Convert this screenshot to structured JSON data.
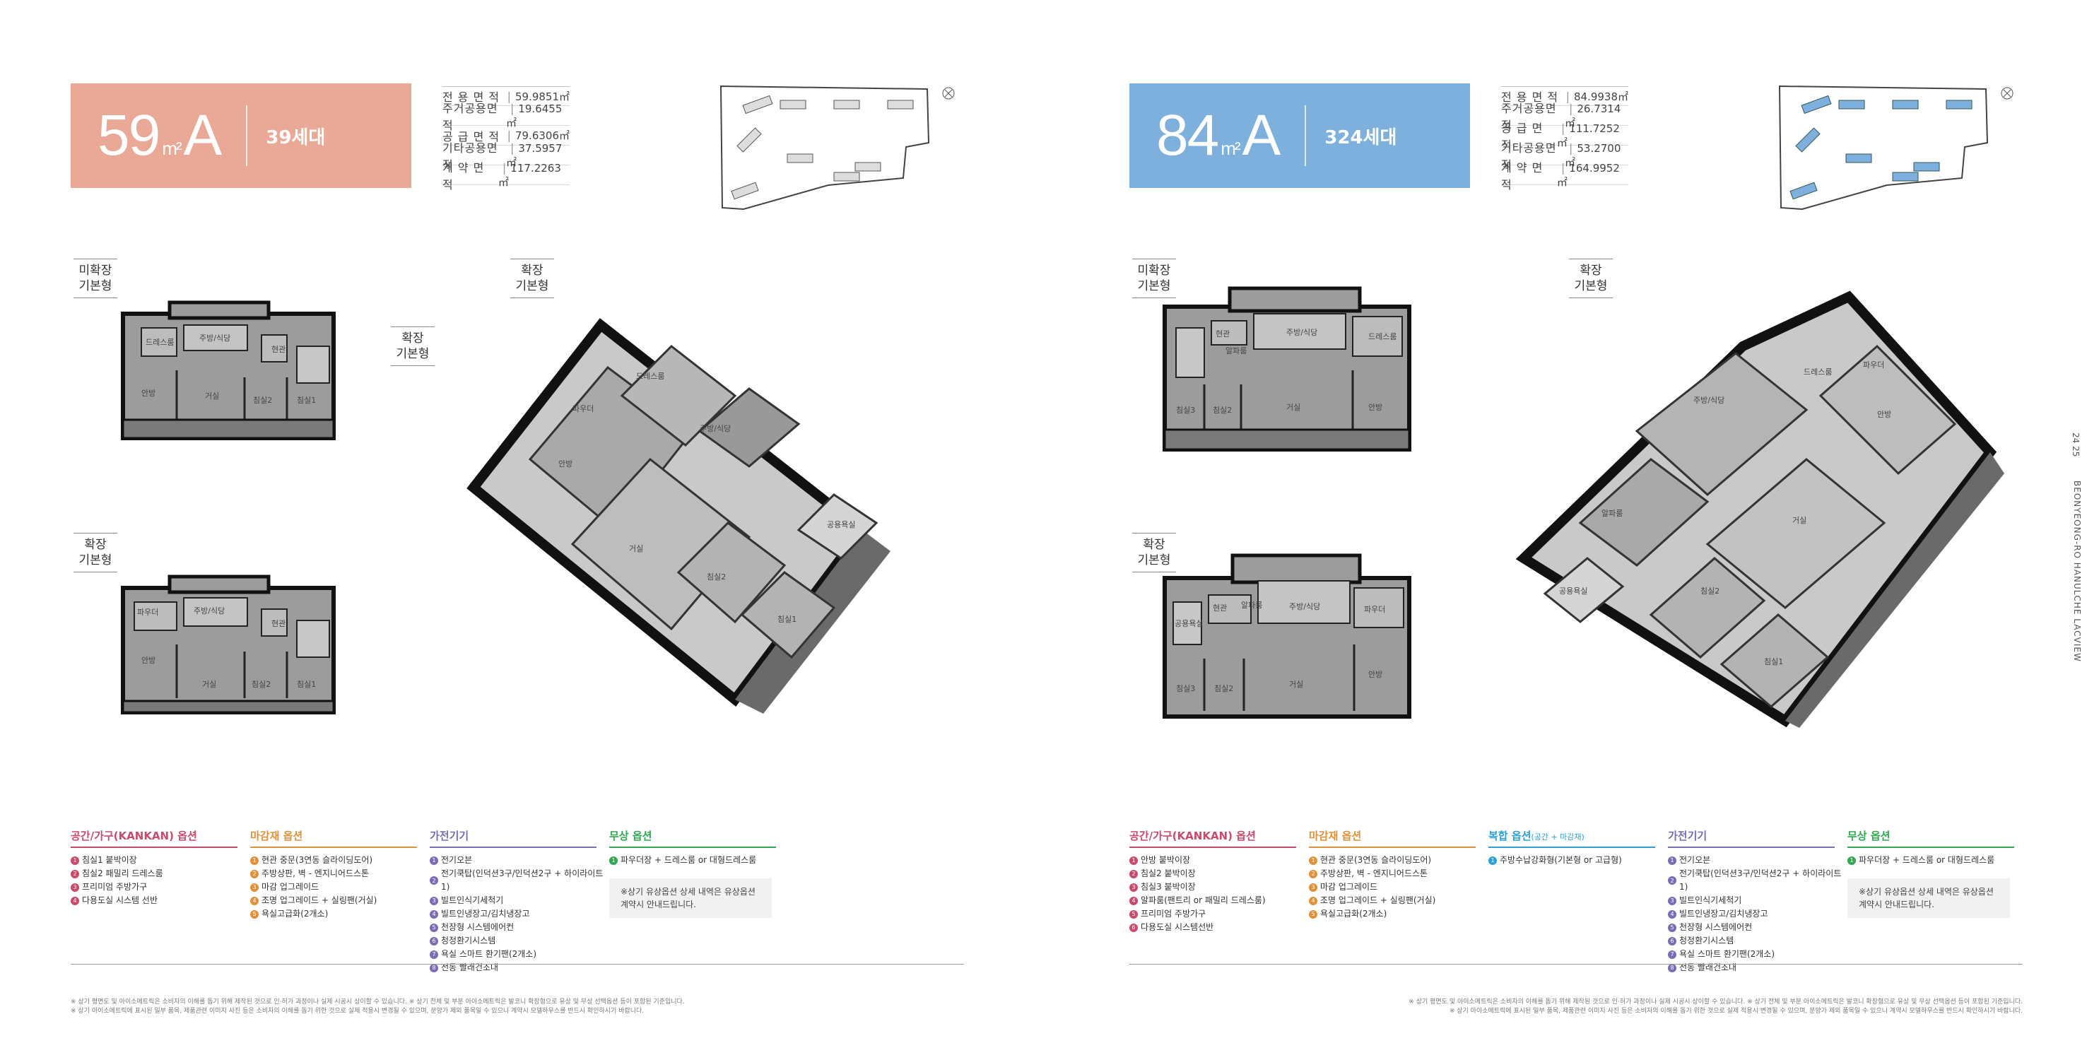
{
  "left": {
    "badge": {
      "size": "59",
      "unit": "m²",
      "type": "A",
      "households": "39세대",
      "color": "#e9a996"
    },
    "areas": [
      {
        "label": "전 용 면 적",
        "value": "59.9851㎡"
      },
      {
        "label": "주거공용면적",
        "value": "19.6455㎡"
      },
      {
        "label": "공 급 면 적",
        "value": "79.6306㎡"
      },
      {
        "label": "기타공용면적",
        "value": "37.5957㎡"
      },
      {
        "label": "계 약 면 적",
        "value": "117.2263㎡"
      }
    ],
    "tags": {
      "unexpanded": "미확장\n기본형",
      "expanded_top": "확장\n기본형",
      "expanded_3d": "확장\n기본형",
      "expanded_bottom": "확장\n기본형"
    },
    "rooms": {
      "dress": "드레스룸",
      "kitchen": "주방/식당",
      "entrance": "현관",
      "master": "안방",
      "living": "거실",
      "bed2": "침실2",
      "bed1": "침실1",
      "powder": "파우더",
      "bath": "공용욕실"
    },
    "options": [
      {
        "title": "공간/가구(KANKAN) 옵션",
        "color": "#c94a6a",
        "items": [
          "침실1 붙박이장",
          "침실2 패밀리 드레스룸",
          "프리미엄 주방가구",
          "다용도실 시스템 선반"
        ]
      },
      {
        "title": "마감재 옵션",
        "color": "#e0913a",
        "items": [
          "현관 중문(3연동 슬라이딩도어)",
          "주방상판, 벽 - 엔지니어드스톤",
          "마감 업그레이드",
          "조명 업그레이드 + 실링팬(거실)",
          "욕실고급화(2개소)"
        ]
      },
      {
        "title": "가전기기",
        "color": "#7b6bb5",
        "items": [
          "전기오븐",
          "전기쿡탑(인덕션3구/인덕션2구 + 하이라이트1)",
          "빌트인식기세척기",
          "빌트인냉장고/김치냉장고",
          "천장형 시스템에어컨",
          "청정환기시스템",
          "욕실 스마트 환기팬(2개소)",
          "전동 빨래건조대"
        ]
      },
      {
        "title": "무상 옵션",
        "color": "#2fa84f",
        "items": [
          "파우더장 + 드레스룸 or 대형드레스룸"
        ],
        "note": "※상기 유상옵션 상세 내역은 유상옵션 계약시 안내드립니다."
      }
    ],
    "disclaimer": [
      "※ 상기 평면도 및 아이소메트릭은 소비자의 이해를 돕기 위해 제작된 것으로 인·허가 과정이나 실제 시공시 상이할 수 있습니다. ※ 상기 전체 및 부분 아이소메트릭은 발코니 확장형으로 유상 및 무상 선택옵션 등이 포함된 기준입니다.",
      "※ 상기 아이소메트릭에 표시된 일부 품목, 제품관련 이미지 사진 등은 소비자의 이해를 돕기 위한 것으로 실제 적용시 변경될 수 있으며, 분양가 제외 품목일 수 있으니 계약시 모델하우스를 반드시 확인하시기 바랍니다."
    ]
  },
  "right": {
    "badge": {
      "size": "84",
      "unit": "m²",
      "type": "A",
      "households": "324세대",
      "color": "#7eb0dd"
    },
    "areas": [
      {
        "label": "전 용 면 적",
        "value": "84.9938㎡"
      },
      {
        "label": "주거공용면적",
        "value": "26.7314㎡"
      },
      {
        "label": "공 급 면 적",
        "value": "111.7252㎡"
      },
      {
        "label": "기타공용면적",
        "value": "53.2700㎡"
      },
      {
        "label": "계 약 면 적",
        "value": "164.9952㎡"
      }
    ],
    "tags": {
      "unexpanded": "미확장\n기본형",
      "expanded_3d": "확장\n기본형",
      "expanded_bottom": "확장\n기본형"
    },
    "rooms": {
      "dress": "드레스룸",
      "kitchen": "주방/식당",
      "entrance": "현관",
      "alpha": "알파룸",
      "master": "안방",
      "living": "거실",
      "bed2": "침실2",
      "bed3": "침실3",
      "bed1": "침실1",
      "powder": "파우더",
      "bath": "공용욕실"
    },
    "options": [
      {
        "title": "공간/가구(KANKAN) 옵션",
        "color": "#c94a6a",
        "items": [
          "안방 붙박이장",
          "침실2 붙박이장",
          "침실3 붙박이장",
          "알파룸(팬트리 or 패밀리 드레스룸)",
          "프리미엄 주방가구",
          "다용도실 시스템선반"
        ]
      },
      {
        "title": "마감재 옵션",
        "color": "#e0913a",
        "items": [
          "현관 중문(3연동 슬라이딩도어)",
          "주방상판, 벽 - 엔지니어드스톤",
          "마감 업그레이드",
          "조명 업그레이드 + 실링팬(거실)",
          "욕실고급화(2개소)"
        ]
      },
      {
        "title": "복합 옵션",
        "subtitle": "(공간 + 마감재)",
        "color": "#2e9fd8",
        "items": [
          "주방수납강화형(기본형 or 고급형)"
        ]
      },
      {
        "title": "가전기기",
        "color": "#7b6bb5",
        "items": [
          "전기오븐",
          "전기쿡탑(인덕션3구/인덕션2구 + 하이라이트1)",
          "빌트인식기세척기",
          "빌트인냉장고/김치냉장고",
          "천장형 시스템에어컨",
          "청정환기시스템",
          "욕실 스마트 환기팬(2개소)",
          "전동 빨래건조대"
        ]
      },
      {
        "title": "무상 옵션",
        "color": "#2fa84f",
        "items": [
          "파우더장 + 드레스룸 or 대형드레스룸"
        ],
        "note": "※상기 유상옵션 상세 내역은 유상옵션 계약시 안내드립니다."
      }
    ],
    "disclaimer": [
      "※ 상기 평면도 및 아이소메트릭은 소비자의 이해를 돕기 위해 제작된 것으로 인·허가 과정이나 실제 시공시 상이할 수 있습니다. ※ 상기 전체 및 부분 아이소메트릭은 발코니 확장형으로 유상 및 무상 선택옵션 등이 포함된 기준입니다.",
      "※ 상기 아이소메트릭에 표시된 일부 품목, 제품관련 이미지 사진 등은 소비자의 이해를 돕기 위한 것으로 실제 적용시 변경될 수 있으며, 분양가 제외 품목일 수 있으니 계약시 모델하우스를 반드시 확인하시기 바랍니다."
    ]
  },
  "side": {
    "text": "BEONYEONG-RO HANULCHE LACVIEW",
    "pages": "24 25"
  }
}
